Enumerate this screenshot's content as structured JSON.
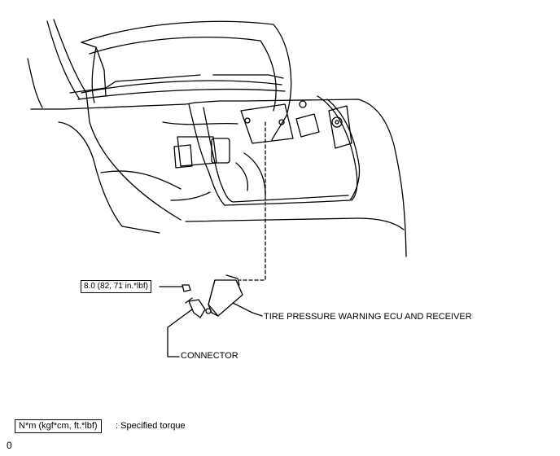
{
  "labels": {
    "torque": "8.0 (82, 71 in.*lbf)",
    "ecu": "TIRE PRESSURE WARNING ECU AND RECEIVER",
    "connector": "CONNECTOR"
  },
  "legend": {
    "box_text": "N*m (kgf*cm, ft.*lbf)",
    "description": ": Specified torque"
  },
  "page_number": "0"
}
